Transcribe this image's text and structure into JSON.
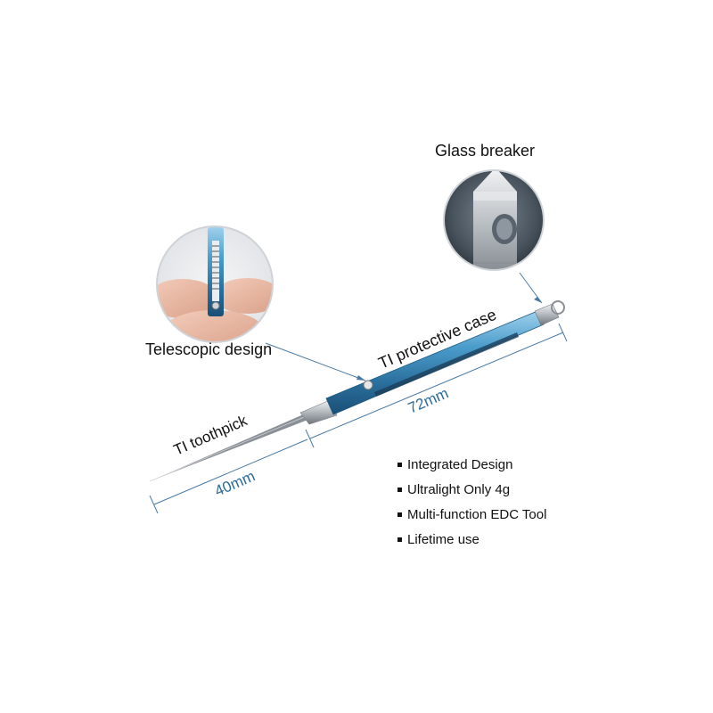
{
  "callouts": {
    "glass_breaker": "Glass breaker",
    "telescopic_design": "Telescopic design",
    "protective_case": "TI protective case",
    "toothpick": "TI toothpick"
  },
  "dimensions": {
    "case_length": "72mm",
    "toothpick_length": "40mm"
  },
  "features": [
    "Integrated Design",
    "Ultralight Only 4g",
    "Multi-function EDC Tool",
    "Lifetime use"
  ],
  "colors": {
    "tube_blue": "#3f90c0",
    "tube_dark": "#1e5a82",
    "dimension_text": "#2a6a9a",
    "leader_line": "#4a7aa6",
    "metal": "#c8ccd0"
  }
}
